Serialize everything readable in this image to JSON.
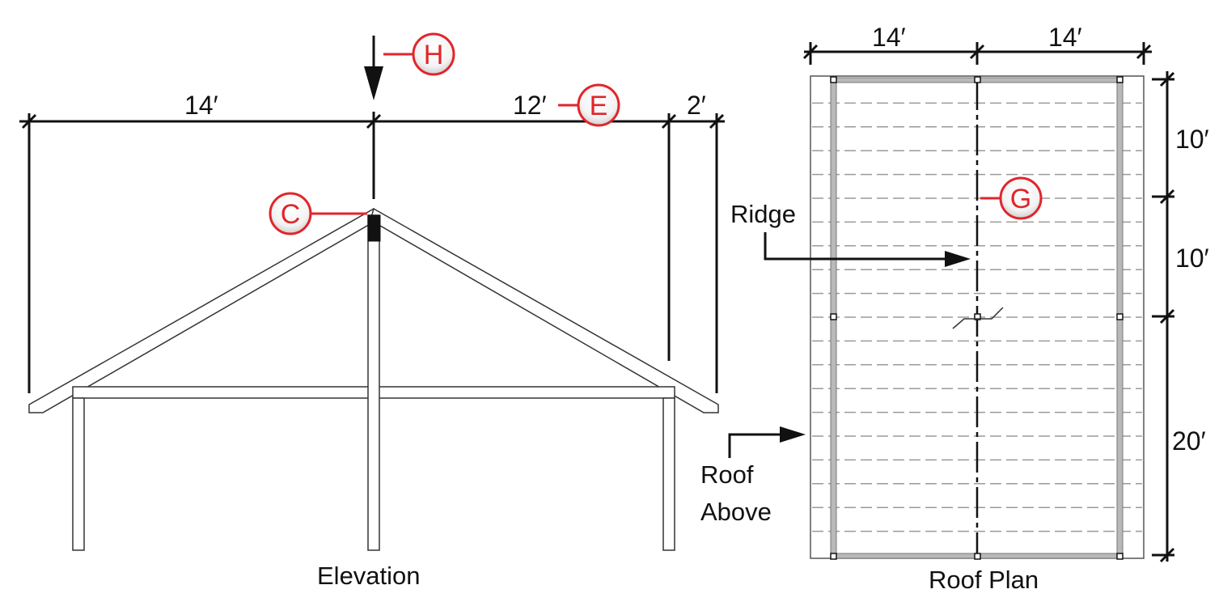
{
  "elevation": {
    "title": "Elevation",
    "dims": {
      "left": "14′",
      "middle": "12′",
      "right": "2′"
    }
  },
  "roof_plan": {
    "title": "Roof Plan",
    "dims_top": {
      "left": "14′",
      "right": "14′"
    },
    "dims_side": {
      "upper": "10′",
      "middle": "10′",
      "lower": "20′"
    },
    "labels": {
      "ridge": "Ridge",
      "roof_line1": "Roof",
      "roof_line2": "Above"
    }
  },
  "callouts": {
    "H": "H",
    "E": "E",
    "C": "C",
    "G": "G"
  },
  "colors": {
    "callout": "#e0262b",
    "line": "#111111",
    "beam_fill": "#b9b9b9",
    "dash": "#9a9a9a"
  }
}
